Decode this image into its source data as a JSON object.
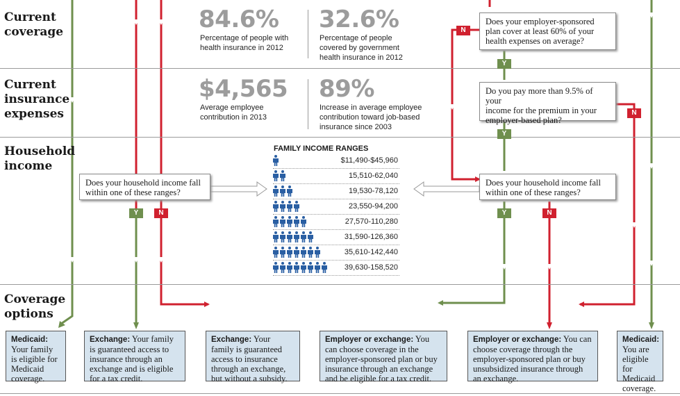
{
  "colors": {
    "green": "#6f8f4e",
    "red": "#d0212f",
    "option_bg": "#d5e3ee",
    "people_blue": "#2a5fa3"
  },
  "row_labels": {
    "current_coverage": [
      "Current",
      "coverage"
    ],
    "current_expenses": [
      "Current",
      "insurance",
      "expenses"
    ],
    "household_income": [
      "Household",
      "income"
    ],
    "coverage_options": [
      "Coverage",
      "options"
    ]
  },
  "stats": {
    "insured": {
      "value": "84.6%",
      "caption": [
        "Percentage of people with",
        "health insurance in 2012"
      ]
    },
    "government": {
      "value": "32.6%",
      "caption": [
        "Percentage of people",
        "covered by government",
        "health insurance in 2012"
      ]
    },
    "contribution": {
      "value": "$4,565",
      "caption": [
        "Average employee",
        "contribution  in 2013"
      ]
    },
    "increase": {
      "value": "89%",
      "caption": [
        "Increase in average employee",
        "contribution toward job-based",
        "insurance since 2003"
      ]
    }
  },
  "questions": {
    "employer_60": [
      "Does your employer-sponsored",
      "plan cover at least 60% of your",
      "health expenses on average?"
    ],
    "premium_95": [
      "Do you pay more than 9.5% of your",
      "income for the premium in your",
      "employer-based plan?"
    ],
    "income_left": [
      "Does your household income fall",
      "within one of these ranges?"
    ],
    "income_right": [
      "Does your household income fall",
      "within one of these ranges?"
    ]
  },
  "badges": {
    "yes": "Y",
    "no": "N"
  },
  "income_ranges": {
    "title": "FAMILY INCOME RANGES",
    "rows": [
      {
        "people": 1,
        "range": "$11,490-$45,960"
      },
      {
        "people": 2,
        "range": "15,510-62,040"
      },
      {
        "people": 3,
        "range": "19,530-78,120"
      },
      {
        "people": 4,
        "range": "23,550-94,200"
      },
      {
        "people": 5,
        "range": "27,570-110,280"
      },
      {
        "people": 6,
        "range": "31,590-126,360"
      },
      {
        "people": 7,
        "range": "35,610-142,440"
      },
      {
        "people": 8,
        "range": "39,630-158,520"
      }
    ]
  },
  "options": [
    {
      "head": "Medicaid:",
      "body": "Your family is eligible for Medicaid coverage."
    },
    {
      "head": "Exchange:",
      "body": "Your family is guaranteed access to insurance through an exchange and is eligible for a tax credit."
    },
    {
      "head": "Exchange:",
      "body": "Your family is guaranteed access to insurance through an exchange, but without a subsidy."
    },
    {
      "head": "Employer or exchange:",
      "body": "You can choose coverage in the employer-sponsored plan or buy insurance through an exchange and be eligible for a tax credit."
    },
    {
      "head": "Employer or exchange:",
      "body": "You can choose coverage through the employer-sponsored plan or buy unsubsidized insurance through an exchange."
    },
    {
      "head": "Medicaid:",
      "body": "You are eligible for Medicaid coverage."
    }
  ]
}
